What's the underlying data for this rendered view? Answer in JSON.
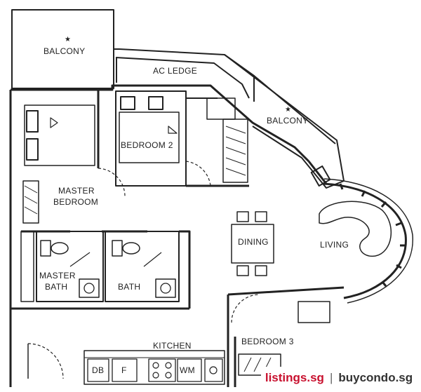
{
  "labels": {
    "balcony_top": "BALCONY",
    "ac_ledge": "AC LEDGE",
    "balcony_right": "BALCONY",
    "bedroom2": "BEDROOM 2",
    "master_bedroom_1": "MASTER",
    "master_bedroom_2": "BEDROOM",
    "dining": "DINING",
    "living": "LIVING",
    "master_bath_1": "MASTER",
    "master_bath_2": "BATH",
    "bath": "BATH",
    "kitchen": "KITCHEN",
    "bedroom3": "BEDROOM 3",
    "db": "DB",
    "f": "F",
    "wm": "WM",
    "star": "★"
  },
  "watermark": {
    "site_a": "listings.sg",
    "separator": "|",
    "site_b": "buycondo.sg"
  }
}
